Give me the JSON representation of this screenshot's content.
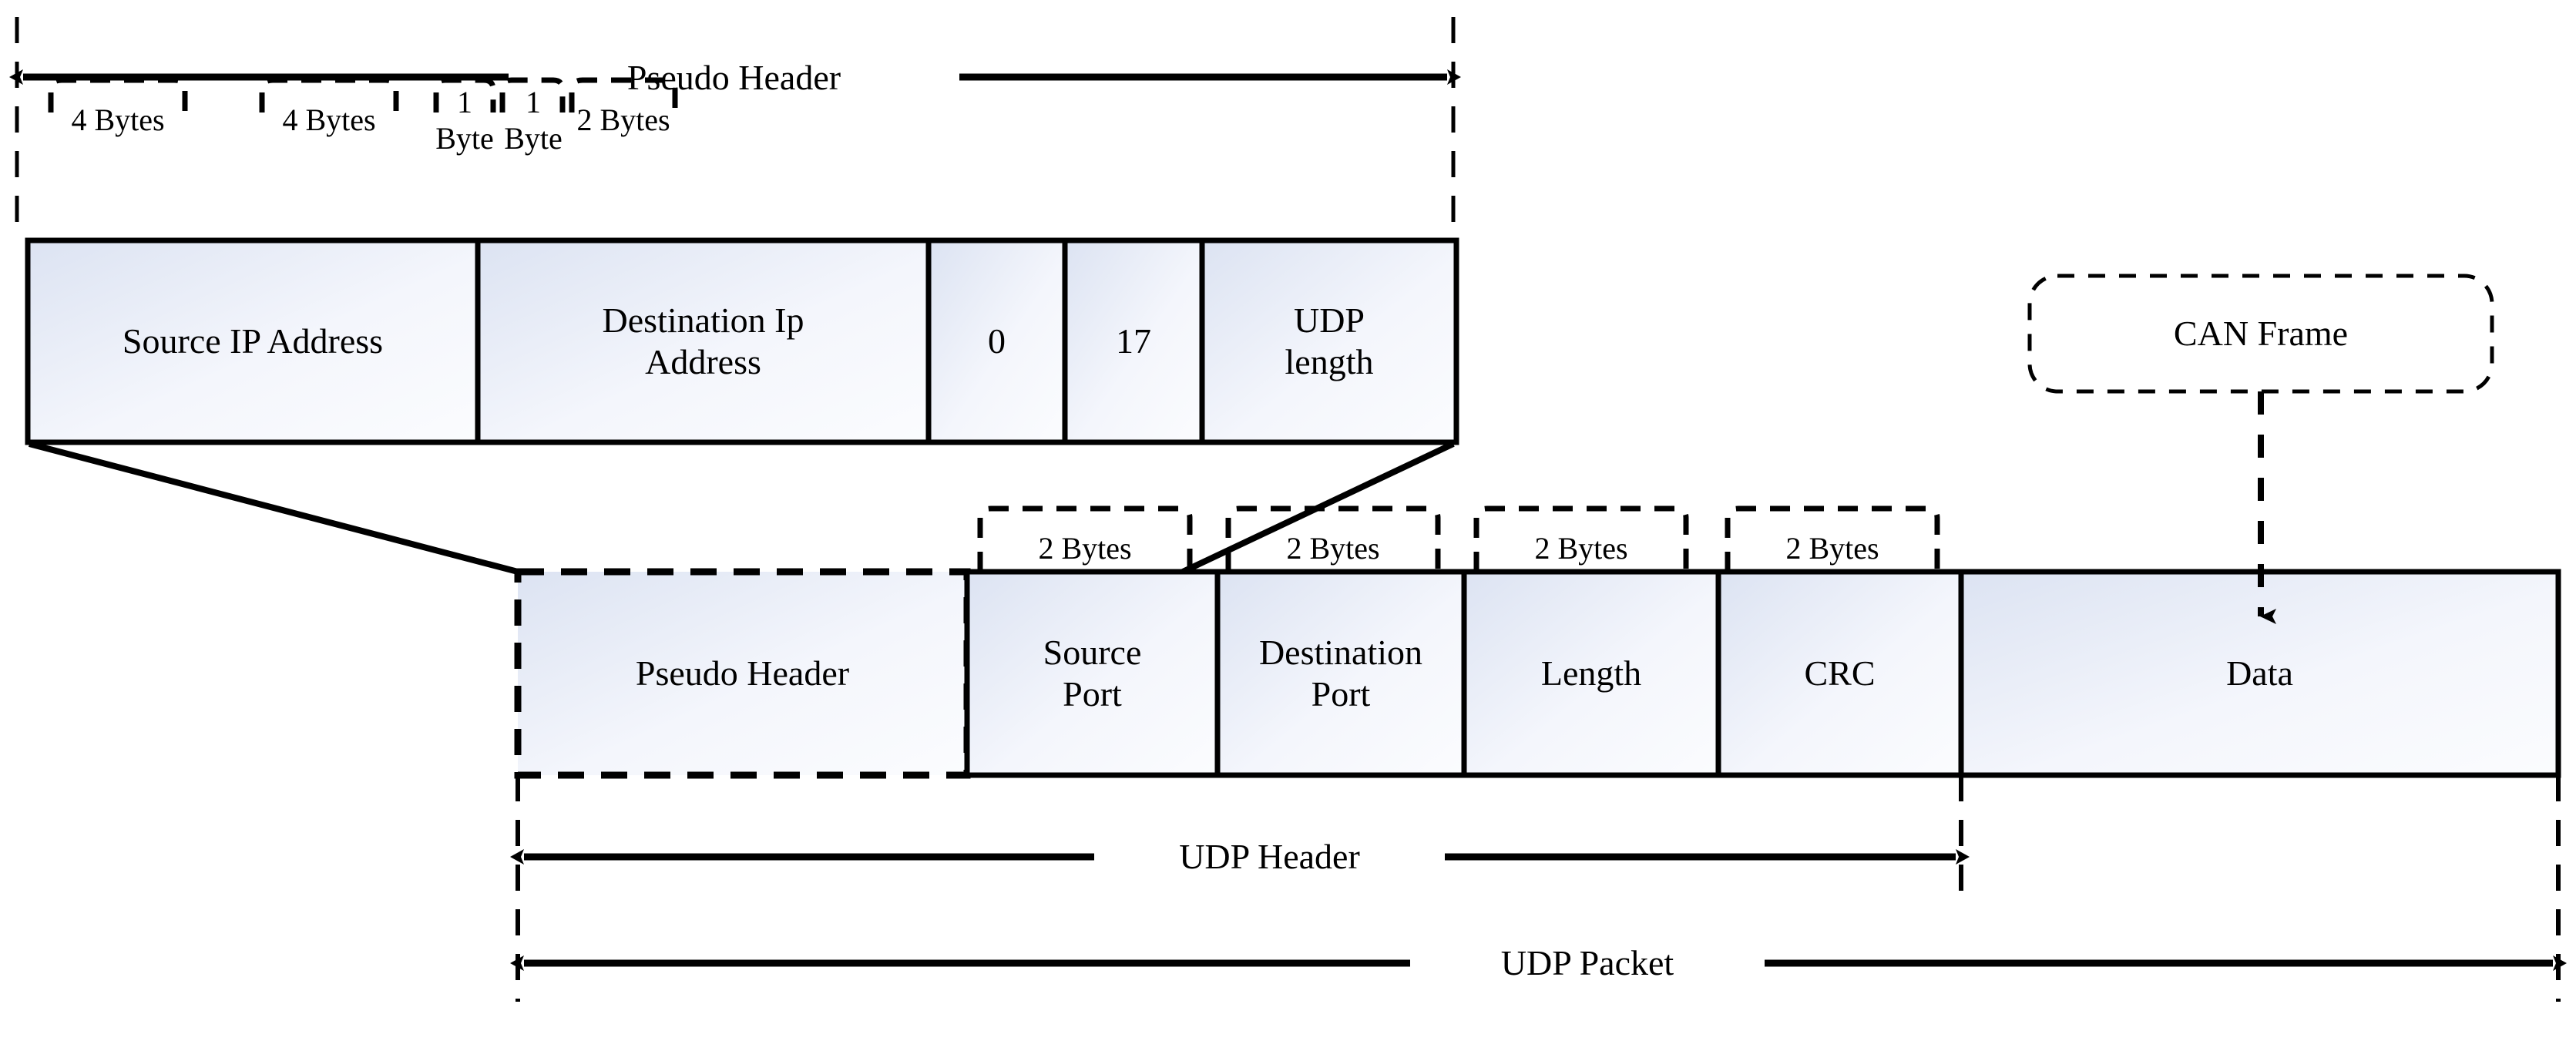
{
  "diagram": {
    "title": "UDP Packet with Pseudo Header and CAN Frame payload",
    "colors": {
      "stroke": "#000000",
      "fill_gradient_start": "#dce3f2",
      "fill_gradient_end": "#fbfcfe",
      "background": "#ffffff"
    },
    "pseudo_header_row": {
      "span_label": "Pseudo Header",
      "size_labels": [
        "4 Bytes",
        "4 Bytes",
        "1 Byte",
        "1 Byte",
        "2 Bytes"
      ],
      "fields": [
        {
          "label": "Source IP Address",
          "size": "4 Bytes"
        },
        {
          "label": "Destination Ip\nAddress",
          "size": "4 Bytes"
        },
        {
          "label": "0",
          "size": "1 Byte"
        },
        {
          "label": "17",
          "size": "1 Byte"
        },
        {
          "label": "UDP\nlength",
          "size": "2 Bytes"
        }
      ]
    },
    "udp_packet_row": {
      "size_labels": [
        "2 Bytes",
        "2 Bytes",
        "2 Bytes",
        "2 Bytes"
      ],
      "fields": [
        {
          "label": "Pseudo Header",
          "size": "",
          "dashed": "true"
        },
        {
          "label": "Source\nPort",
          "size": "2 Bytes",
          "dashed": "false"
        },
        {
          "label": "Destination\nPort",
          "size": "2 Bytes",
          "dashed": "false"
        },
        {
          "label": "Length",
          "size": "2 Bytes",
          "dashed": "false"
        },
        {
          "label": "CRC",
          "size": "2 Bytes",
          "dashed": "false"
        },
        {
          "label": "Data",
          "size": "",
          "dashed": "false"
        }
      ],
      "span_labels": [
        "UDP Header",
        "UDP Packet"
      ]
    },
    "callout": {
      "label": "CAN Frame"
    }
  }
}
